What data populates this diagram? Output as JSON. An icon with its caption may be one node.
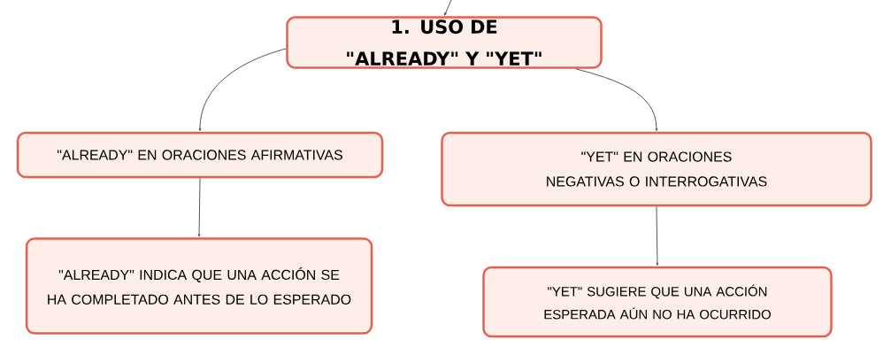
{
  "diagram": {
    "nodes": [
      {
        "text": [
          "1. USO DE \"ALREADY\" Y \"YET\""
        ]
      },
      {
        "text": [
          "\"ALREADY\" EN ORACIONES AFIRMATIVAS"
        ]
      },
      {
        "text": [
          "\"YET\" EN ORACIONES NEGATIVAS O INTERROGATIVAS"
        ]
      },
      {
        "text": [
          "\"ALREADY\" INDICA QUE UNA ACCIÓN SE HA COMPLETADO ANTES DE LO ESPERADO"
        ]
      },
      {
        "text": [
          "\"YET\" SUGIERE QUE UNA ACCIÓN ESPERADA AÚN NO HA OCURRIDO"
        ]
      }
    ],
    "edges": [
      {
        "from": null,
        "to": 0,
        "arrow": "to"
      },
      {
        "from": 0,
        "to": 1,
        "arrow": "to"
      },
      {
        "from": 0,
        "to": 2,
        "arrow": "to"
      },
      {
        "from": 1,
        "to": 3,
        "arrow": "to"
      },
      {
        "from": 2,
        "to": 4,
        "arrow": "to"
      }
    ]
  }
}
